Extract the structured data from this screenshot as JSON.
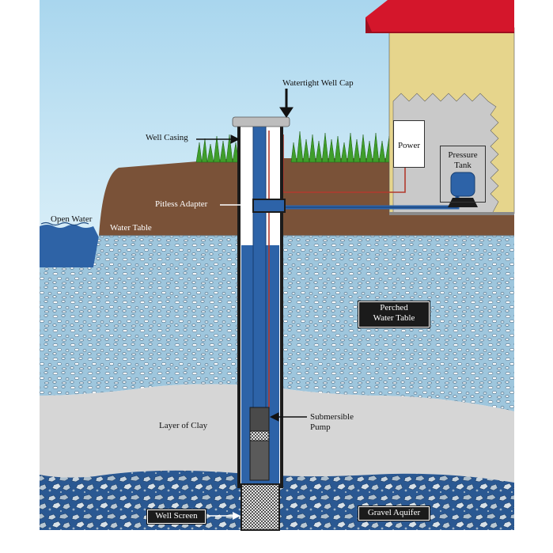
{
  "labels": {
    "watertight_well_cap": "Watertight Well Cap",
    "well_casing": "Well Casing",
    "power": "Power",
    "pressure_tank_line1": "Pressure",
    "pressure_tank_line2": "Tank",
    "pitless_adapter": "Pitless Adapter",
    "open_water": "Open Water",
    "water_table": "Water Table",
    "perched_line1": "Perched",
    "perched_line2": "Water Table",
    "layer_of_clay": "Layer of Clay",
    "submersible_line1": "Submersible",
    "submersible_line2": "Pump",
    "well_screen": "Well Screen",
    "gravel_aquifer": "Gravel Aquifer"
  },
  "colors": {
    "sky": "#bfe2f2",
    "soil": "#7a5238",
    "grass": "#3f9e2b",
    "house_wall": "#e6d58c",
    "roof": "#d4162b",
    "interior": "#c9c9c9",
    "water_blue": "#2d63a8",
    "clay": "#d7d7d7",
    "aquifer": "#2f5f9e",
    "pipe_red": "#b23a2e"
  }
}
